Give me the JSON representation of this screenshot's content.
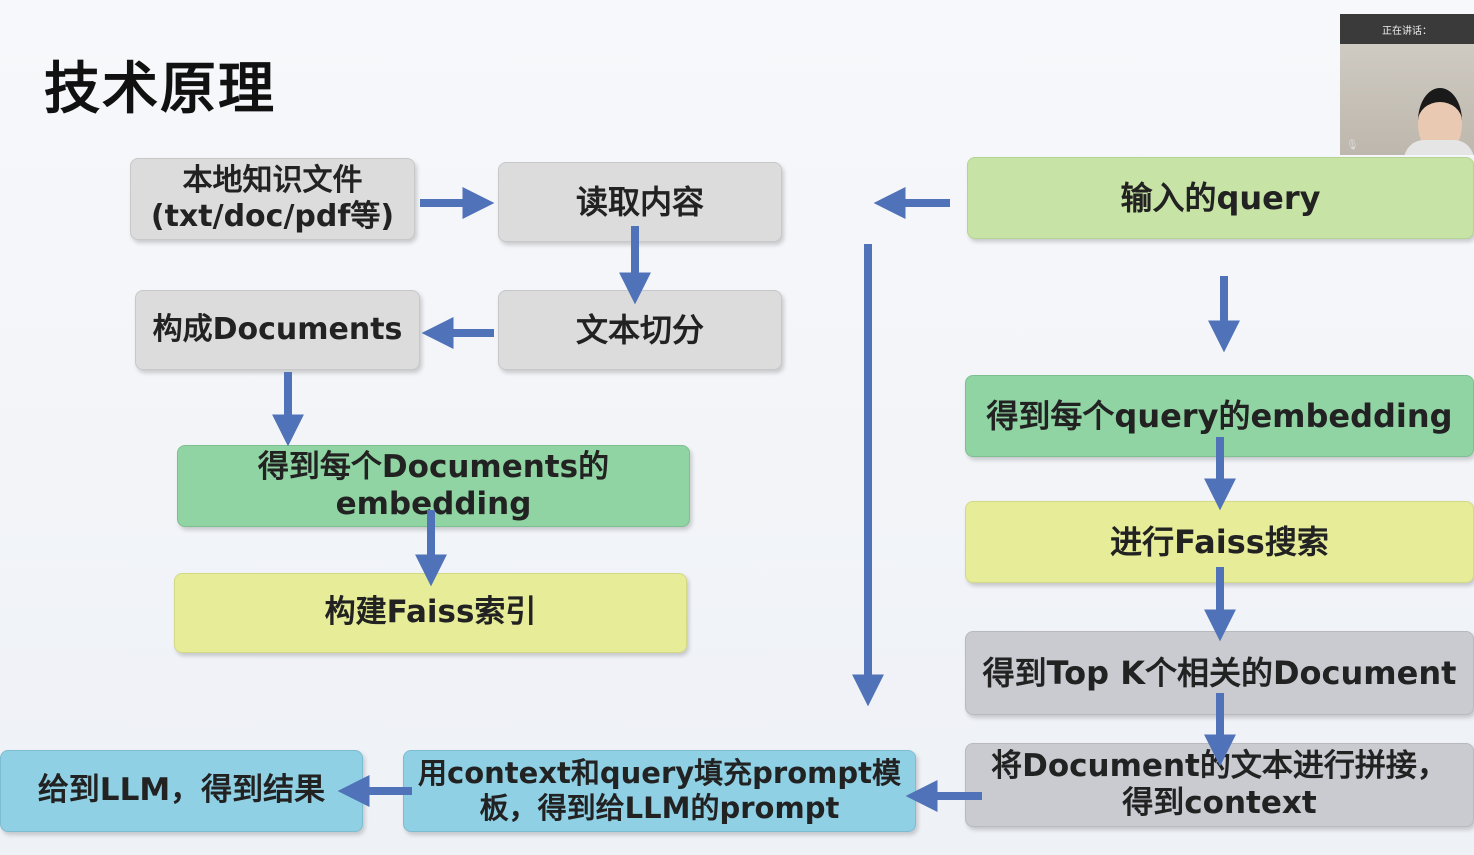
{
  "title": "技术原理",
  "webcam": {
    "label": "正在讲话：",
    "name": ""
  },
  "nodes": {
    "local_files": "本地知识文件\n(txt/doc/pdf等)",
    "read_content": "读取内容",
    "text_split": "文本切分",
    "build_documents": "构成Documents",
    "doc_embedding": "得到每个Documents的\nembedding",
    "faiss_index": "构建Faiss索引",
    "input_query": "输入的query",
    "query_embedding": "得到每个query的embedding",
    "faiss_search": "进行Faiss搜索",
    "top_k": "得到Top K个相关的Document",
    "concat_context": "将Document的文本进行拼接，\n得到context",
    "fill_prompt": "用context和query填充prompt模\n板，得到给LLM的prompt",
    "llm_result": "给到LLM，得到结果"
  },
  "colors": {
    "arrow": "#4f72b8",
    "gray": "#dcdcdc",
    "green": "#8fd4a2",
    "light_green": "#c8e3a6",
    "yellow": "#e6ec98",
    "blue": "#8fd0e4"
  }
}
